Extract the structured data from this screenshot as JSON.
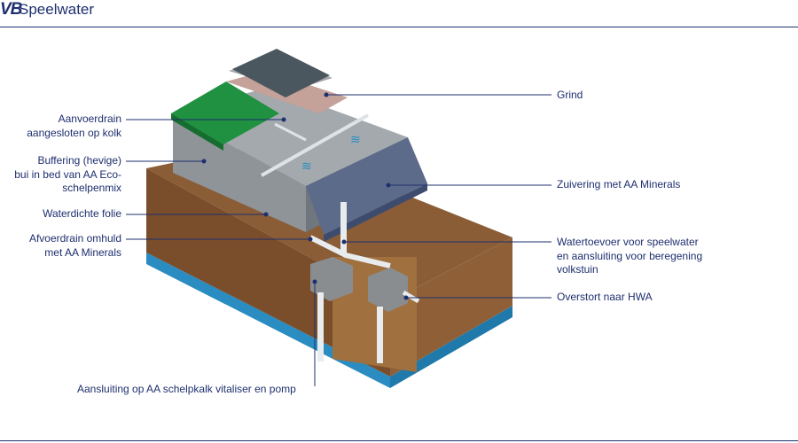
{
  "header": {
    "logo_text": "VB",
    "title": "Speelwater"
  },
  "colors": {
    "navy": "#1e2f6e",
    "soil": "#8a5d36",
    "soil_side": "#7a4e2b",
    "water": "#2a8cc0",
    "concrete": "#8f9499",
    "grass": "#1f9140"
  },
  "labels": {
    "aanvoerdrain": [
      "Aanvoerdrain",
      "aangesloten op kolk"
    ],
    "buffering": [
      "Buffering (hevige)",
      "bui in bed van AA Eco-",
      "schelpenmix"
    ],
    "folie": [
      "Waterdichte folie"
    ],
    "afvoerdrain": [
      "Afvoerdrain omhuld",
      "met AA Minerals"
    ],
    "grind": [
      "Grind"
    ],
    "zuivering": [
      "Zuivering met AA Minerals"
    ],
    "watertoevoer": [
      "Watertoevoer voor speelwater",
      "en aansluiting voor beregening",
      "volkstuin"
    ],
    "overstort": [
      "Overstort naar HWA"
    ],
    "aansluiting": [
      "Aansluiting op AA schelpkalk vitaliser en pomp"
    ]
  }
}
